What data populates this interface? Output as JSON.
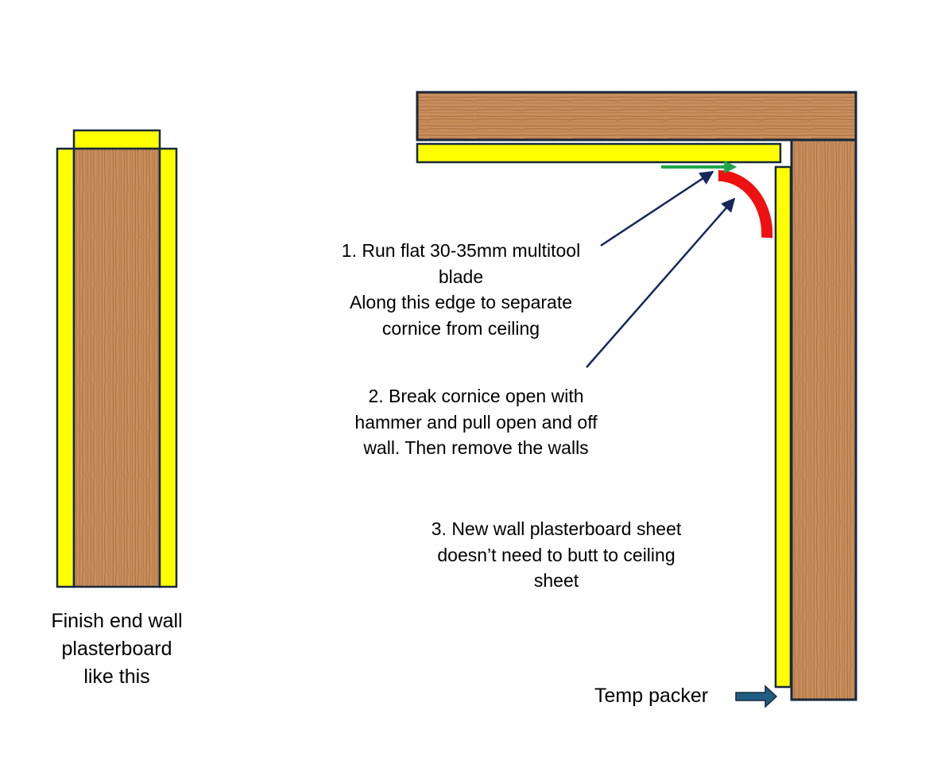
{
  "colors": {
    "timber": "#c98e5b",
    "timber_grain": "#8b5530",
    "plasterboard": "#ffff00",
    "outline": "#16283b",
    "cut_arrow": "#1ea84a",
    "cornice": "#ee1111",
    "pointer": "#16285a",
    "packer_arrow": "#1f5d82"
  },
  "icons": {
    "cut_direction": "arrow-right-icon",
    "cornice": "curved-cornice-shape",
    "packer": "arrow-right-icon"
  },
  "labels": {
    "finish_end_wall": [
      "Finish end wall",
      "plasterboard",
      "like this"
    ],
    "step1": [
      "1. Run flat 30-35mm multitool",
      "blade",
      "Along this edge to separate",
      "cornice from ceiling"
    ],
    "step2": [
      "2. Break cornice  open with",
      "hammer and pull open and off",
      "wall. Then remove the walls"
    ],
    "step3": [
      "3. New wall plasterboard sheet",
      "doesn’t need to butt to ceiling",
      "sheet"
    ],
    "temp_packer": "Temp packer"
  }
}
